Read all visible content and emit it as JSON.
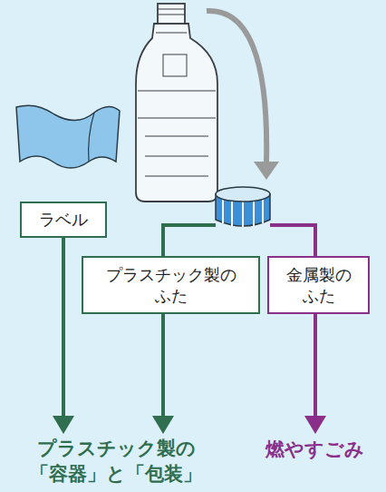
{
  "diagram": {
    "nodes": [
      {
        "text": [
          "ラベル"
        ]
      },
      {
        "text": [
          "プラスチック製の ふた"
        ]
      },
      {
        "text": [
          "金属製の ふた"
        ]
      },
      {
        "text": [
          "プラスチック製の 「容器」と「包装」"
        ]
      },
      {
        "text": [
          "燃やすごみ"
        ]
      }
    ],
    "edges": [
      {
        "from": 0,
        "to": 3,
        "arrow": "to"
      },
      {
        "from": 1,
        "to": 3,
        "arrow": "to"
      },
      {
        "from": 2,
        "to": 4,
        "arrow": "to"
      }
    ]
  }
}
